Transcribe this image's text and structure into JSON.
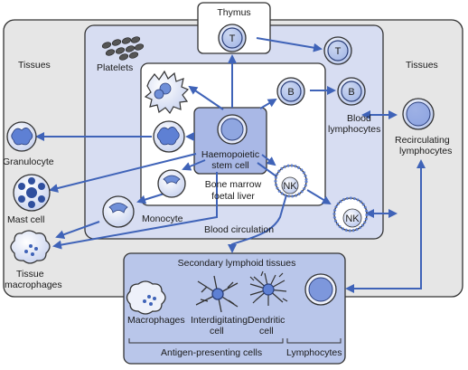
{
  "colors": {
    "outer_panel": "#e6e6e6",
    "circulation_panel": "#d7ddf2",
    "bone_marrow_panel": "#ffffff",
    "thymus_panel": "#ffffff",
    "secondary_panel": "#b9c6ea",
    "stem_box": "#a9b8e6",
    "arrow": "#3f63b8",
    "nucleus": "#6f8fd8"
  },
  "labels": {
    "thymus": "Thymus",
    "tissues_left": "Tissues",
    "tissues_right": "Tissues",
    "platelets": "Platelets",
    "granulocyte": "Granulocyte",
    "mast_cell": "Mast cell",
    "monocyte": "Monocyte",
    "tissue_macrophages_1": "Tissue",
    "tissue_macrophages_2": "macrophages",
    "stem_cell_1": "Haemopoietic",
    "stem_cell_2": "stem cell",
    "bone_marrow_1": "Bone marrow",
    "bone_marrow_2": "foetal liver",
    "blood_circulation": "Blood circulation",
    "blood_lymphocytes_1": "Blood",
    "blood_lymphocytes_2": "lymphocytes",
    "recirculating_1": "Recirculating",
    "recirculating_2": "lymphocytes",
    "secondary_lymphoid": "Secondary lymphoid tissues",
    "macrophages": "Macrophages",
    "interdigitating_1": "Interdigitating",
    "interdigitating_2": "cell",
    "dendritic_1": "Dendritic",
    "dendritic_2": "cell",
    "antigen_presenting": "Antigen-presenting cells",
    "lymphocytes": "Lymphocytes"
  },
  "cell_letters": {
    "t_thymus": "T",
    "t_blood": "T",
    "b_marrow": "B",
    "b_blood": "B",
    "nk_marrow": "NK",
    "nk_blood": "NK"
  }
}
